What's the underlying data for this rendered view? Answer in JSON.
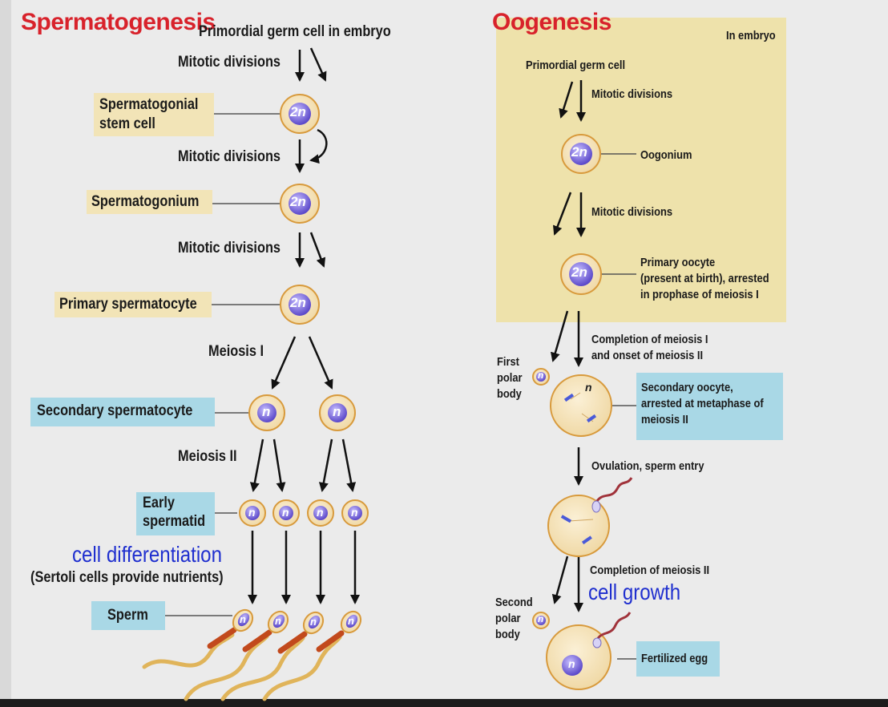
{
  "spermatogenesis": {
    "title": "Spermatogenesis",
    "top_label": "Primordial germ cell in embryo",
    "mitotic_1": "Mitotic divisions",
    "stem_cell": "Spermatogonial stem cell",
    "stem_cell_line1": "Spermatogonial",
    "stem_cell_line2": "stem cell",
    "mitotic_2": "Mitotic divisions",
    "spermatogonium": "Spermatogonium",
    "mitotic_3": "Mitotic divisions",
    "primary_spermatocyte": "Primary spermatocyte",
    "meiosis1": "Meiosis I",
    "secondary_spermatocyte": "Secondary spermatocyte",
    "meiosis2": "Meiosis II",
    "early_spermatid_line1": "Early",
    "early_spermatid_line2": "spermatid",
    "cell_differentiation": "cell differentiation",
    "sertoli": "(Sertoli cells provide nutrients)",
    "sperm": "Sperm"
  },
  "oogenesis": {
    "title": "Oogenesis",
    "in_embryo": "In embryo",
    "primordial": "Primordial germ cell",
    "mitotic_1": "Mitotic divisions",
    "oogonium": "Oogonium",
    "mitotic_2": "Mitotic divisions",
    "primary_oocyte_line1": "Primary oocyte",
    "primary_oocyte_line2": "(present at birth), arrested",
    "primary_oocyte_line3": "in prophase of meiosis I",
    "completion_line1": "Completion of meiosis I",
    "completion_line2": "and onset of meiosis II",
    "first_polar_line1": "First",
    "first_polar_line2": "polar",
    "first_polar_line3": "body",
    "secondary_oocyte_line1": "Secondary oocyte,",
    "secondary_oocyte_line2": "arrested at metaphase of",
    "secondary_oocyte_line3": "meiosis II",
    "ovulation": "Ovulation, sperm entry",
    "completion2": "Completion of meiosis II",
    "cell_growth": "cell growth",
    "second_polar_line1": "Second",
    "second_polar_line2": "polar",
    "second_polar_line3": "body",
    "fertilized_egg": "Fertilized egg"
  },
  "cells": {
    "diploid": "2n",
    "haploid": "n"
  },
  "colors": {
    "title_red": "#d8222b",
    "annotation_blue": "#1f2fcf",
    "tan_box": "#f2e4b7",
    "blue_box": "#a9d8e6",
    "cell_fill": "#f6e3b8",
    "cell_border": "#d89a3c",
    "nucleus": "#6f5fd8",
    "sperm_tail": "#e0b45a",
    "sperm_head": "#c2491c"
  }
}
